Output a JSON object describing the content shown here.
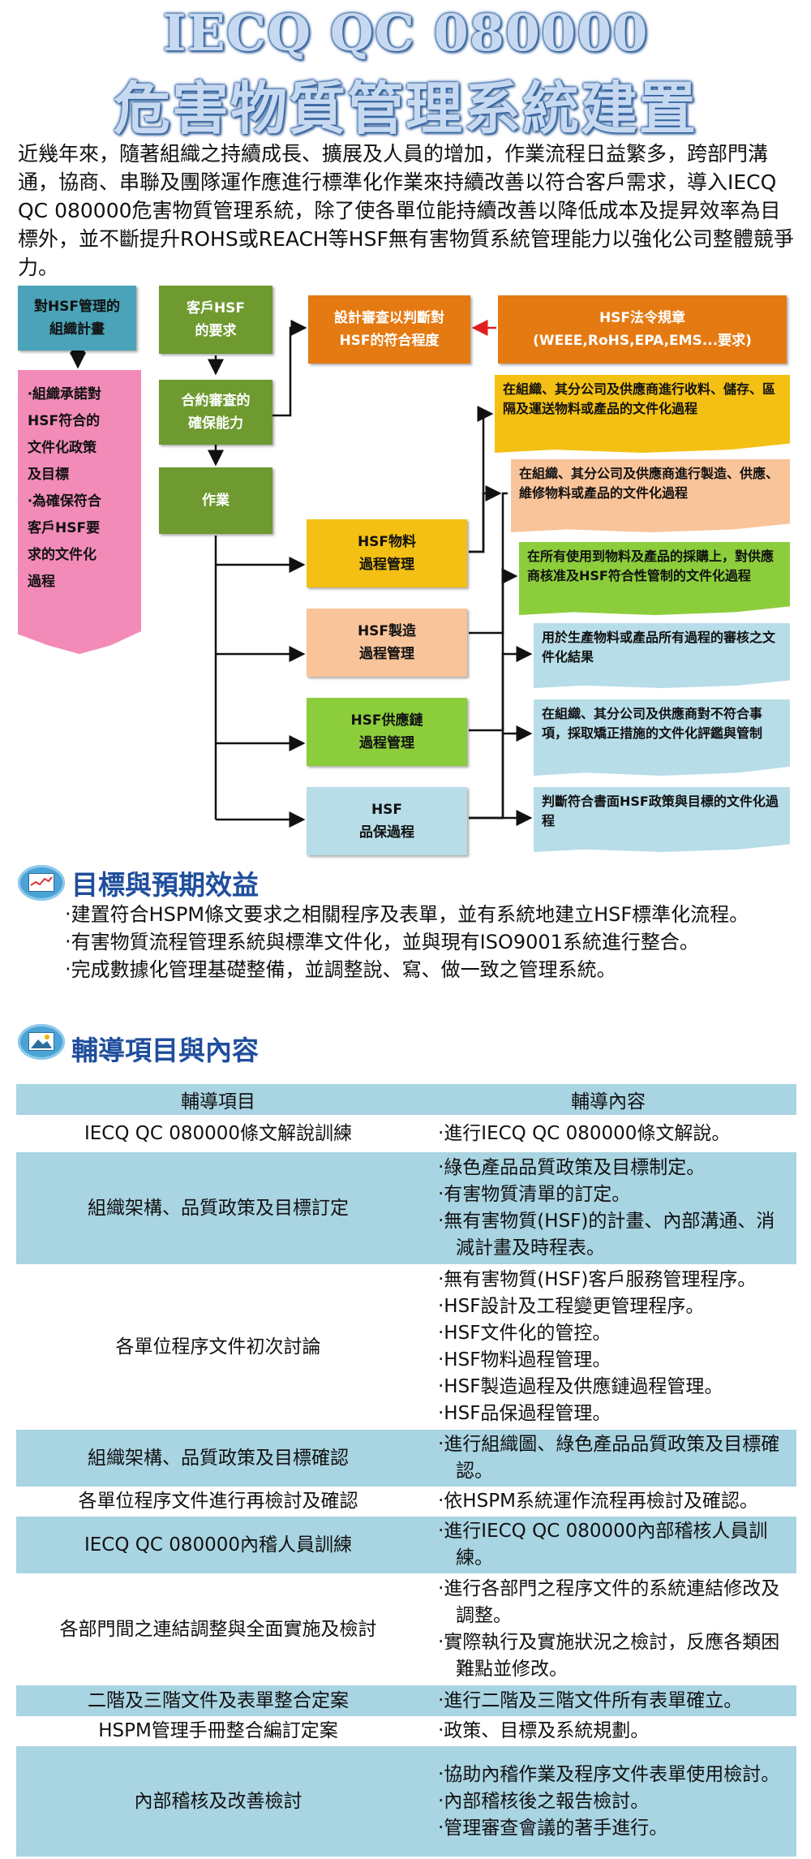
{
  "title": {
    "line1": "IECQ QC 080000",
    "line2": "危害物質管理系統建置"
  },
  "intro": "近幾年來，隨著組織之持續成長、擴展及人員的增加，作業流程日益繁多，跨部門溝通，協商、串聯及團隊運作應進行標準化作業來持續改善以符合客戶需求，導入IECQ QC 080000危害物質管理系統，除了使各單位能持續改善以降低成本及提昇效率為目標外，並不斷提升ROHS或REACH等HSF無有害物質系統管理能力以強化公司整體競爭力。",
  "flow": {
    "org_plan": [
      "對HSF管理的",
      "組織計畫"
    ],
    "customer_req": [
      "客戶HSF",
      "的要求"
    ],
    "contract_review": [
      "合約審查的",
      "確保能力"
    ],
    "operation": "作業",
    "design_review": [
      "設計審查以判斷對",
      "HSF的符合程度"
    ],
    "regulations": [
      "HSF法令規章",
      "(WEEE,RoHS,EPA,EMS...要求)"
    ],
    "commitment": [
      "‧組織承諾對",
      "HSF符合的",
      "文件化政策",
      "及目標",
      "‧為確保符合",
      "客戶HSF要",
      "求的文件化",
      "過程"
    ],
    "material": [
      "HSF物料",
      "過程管理"
    ],
    "manufacturing": [
      "HSF製造",
      "過程管理"
    ],
    "supply_chain": [
      "HSF供應鏈",
      "過程管理"
    ],
    "qa": [
      "HSF",
      "品保過程"
    ],
    "notes": [
      "在組織、其分公司及供應商進行收料、儲存、區隔及運送物料或產品的文件化過程",
      "在組織、其分公司及供應商進行製造、供應、維修物料或產品的文件化過程",
      "在所有使用到物料及產品的採購上，對供應商核准及HSF符合性管制的文件化過程",
      "用於生產物料或產品所有過程的審核之文件化結果",
      "在組織、其分公司及供應商對不符合事項，採取矯正措施的文件化評鑑與管制",
      "判斷符合書面HSF政策與目標的文件化過程"
    ]
  },
  "goals": {
    "heading": "目標與預期效益",
    "items": [
      "‧建置符合HSPM條文要求之相關程序及表單，並有系統地建立HSF標準化流程。",
      "‧有害物質流程管理系統與標準文件化，並與現有ISO9001系統進行整合。",
      "‧完成數據化管理基礎整備，並調整說、寫、做一致之管理系統。"
    ]
  },
  "consult": {
    "heading": "輔導項目與內容",
    "col_item": "輔導項目",
    "col_content": "輔導內容",
    "rows": [
      {
        "item": "IECQ QC 080000條文解說訓練",
        "content": [
          "‧進行IECQ QC 080000條文解說。"
        ]
      },
      {
        "item": "組織架構、品質政策及目標訂定",
        "content": [
          "‧綠色產品品質政策及目標制定。",
          "‧有害物質清單的訂定。",
          "‧無有害物質(HSF)的計畫、內部溝通、消減計畫及時程表。"
        ]
      },
      {
        "item": "各單位程序文件初次討論",
        "content": [
          "‧無有害物質(HSF)客戶服務管理程序。",
          "‧HSF設計及工程變更管理程序。",
          "‧HSF文件化的管控。",
          "‧HSF物料過程管理。",
          "‧HSF製造過程及供應鏈過程管理。",
          "‧HSF品保過程管理。"
        ]
      },
      {
        "item": "組織架構、品質政策及目標確認",
        "content": [
          "‧進行組織圖、綠色產品品質政策及目標確認。"
        ]
      },
      {
        "item": "各單位程序文件進行再檢討及確認",
        "content": [
          "‧依HSPM系統運作流程再檢討及確認。"
        ]
      },
      {
        "item": "IECQ QC 080000內稽人員訓練",
        "content": [
          "‧進行IECQ QC 080000內部稽核人員訓練。"
        ]
      },
      {
        "item": "各部門間之連結調整與全面實施及檢討",
        "content": [
          "‧進行各部門之程序文件的系統連結修改及調整。",
          "‧實際執行及實施狀況之檢討，反應各類困難點並修改。"
        ]
      },
      {
        "item": "二階及三階文件及表單整合定案",
        "content": [
          "‧進行二階及三階文件所有表單確立。"
        ]
      },
      {
        "item": "HSPM管理手冊整合編訂定案",
        "content": [
          "‧政策、目標及系統規劃。"
        ]
      },
      {
        "item": "內部稽核及改善檢討",
        "content": [
          "‧協助內稽作業及程序文件表單使用檢討。",
          "‧內部稽核後之報告檢討。",
          "‧管理審查會議的著手進行。"
        ]
      }
    ]
  },
  "colors": {
    "title_glow": "#2a5c9a",
    "heading": "#1f4e9c",
    "table_shade": "#a9d4e2"
  }
}
